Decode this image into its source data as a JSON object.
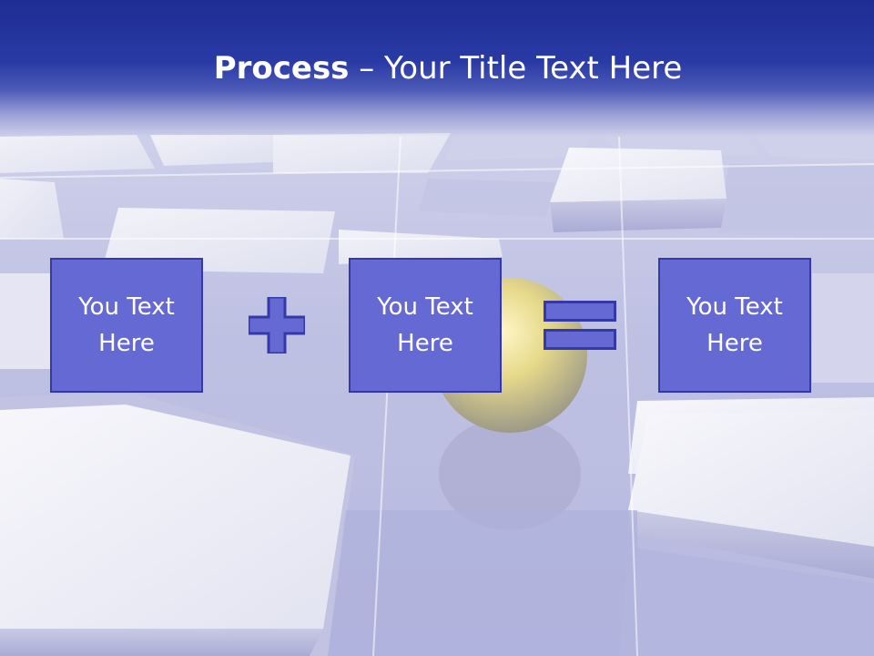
{
  "slide": {
    "title_bold": "Process",
    "title_rest": " – Your Title Text Here",
    "boxes": [
      {
        "line1": "You Text",
        "line2": "Here"
      },
      {
        "line1": "You Text",
        "line2": "Here"
      },
      {
        "line1": "You Text",
        "line2": "Here"
      }
    ]
  },
  "colors": {
    "title_band": "#1e2c94",
    "box_fill": "#6569d3",
    "box_border": "#3538a8",
    "text": "#ffffff"
  },
  "icons": [
    "plus-icon",
    "equals-icon"
  ]
}
